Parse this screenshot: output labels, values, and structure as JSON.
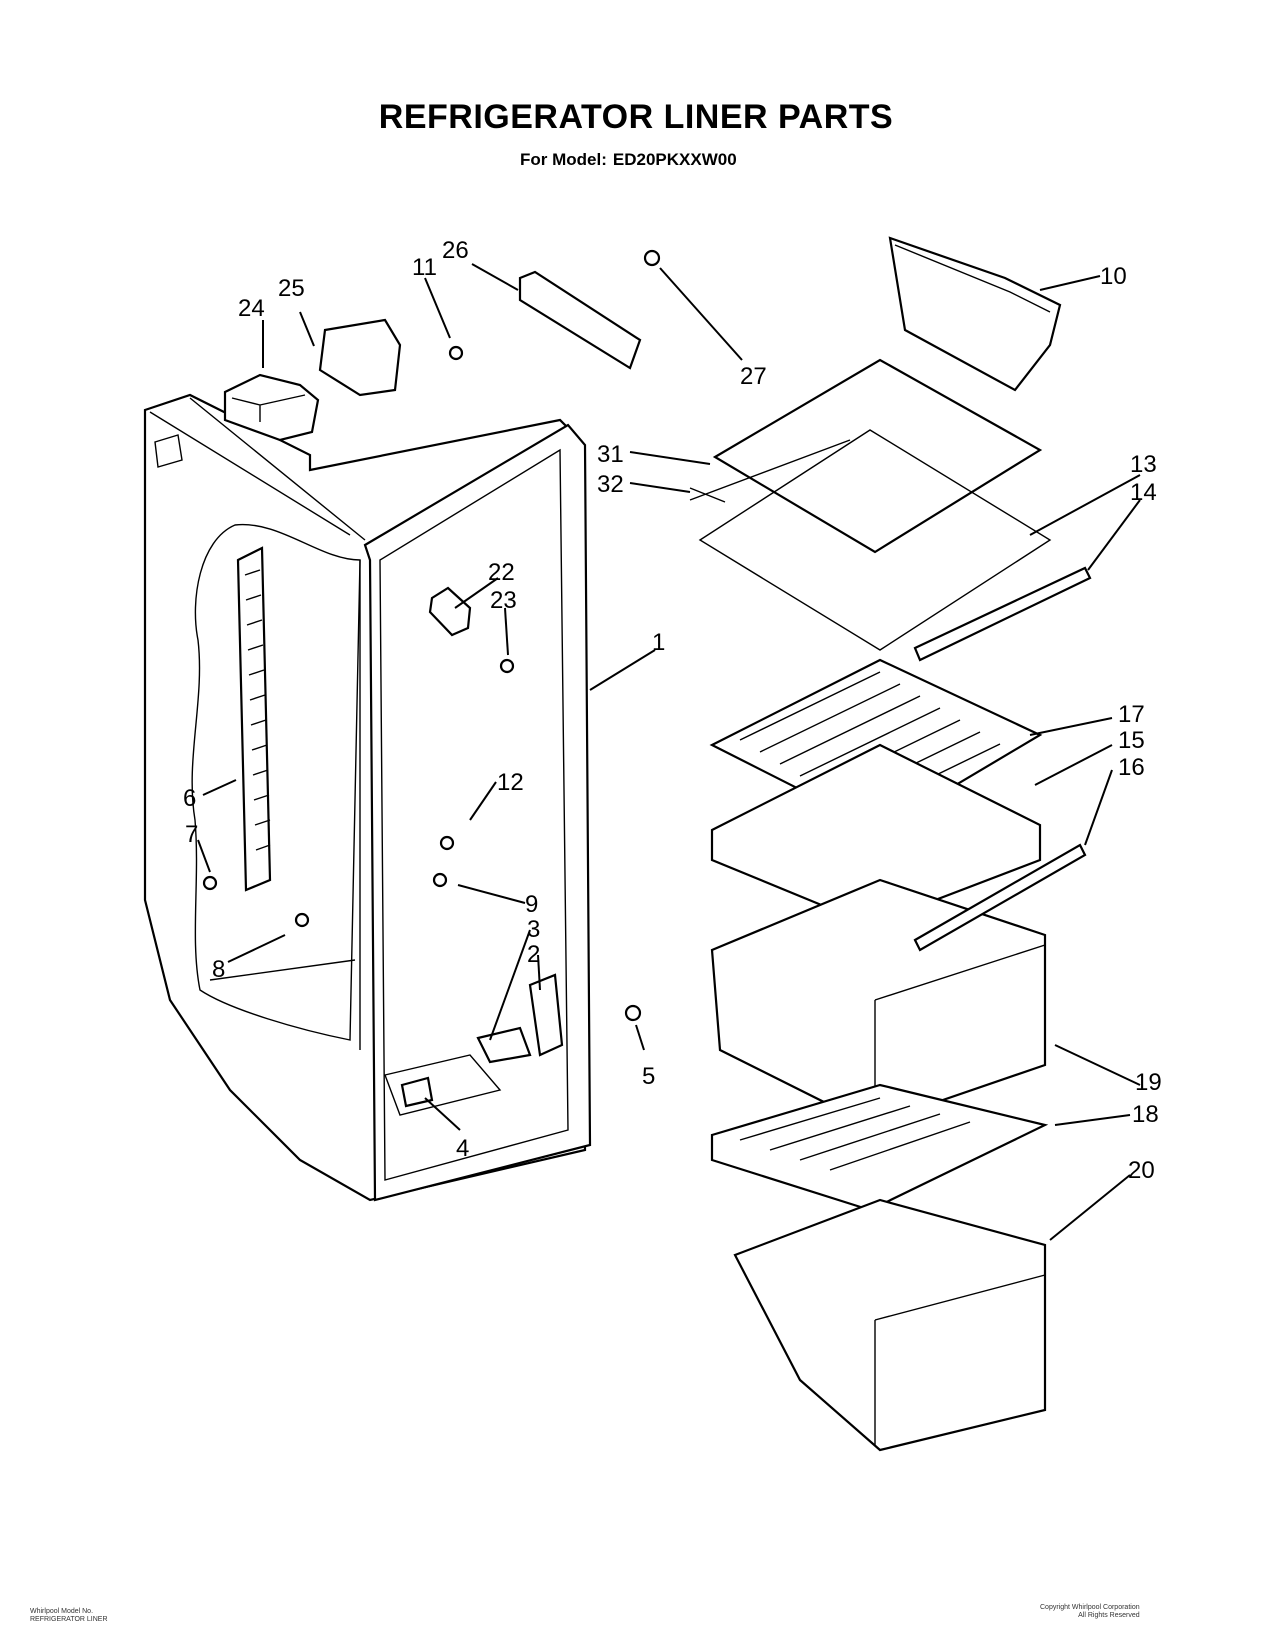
{
  "title": "REFRIGERATOR LINER PARTS",
  "model_label": "For Model:",
  "model_number": "ED20PKXXW00",
  "callouts": [
    "1",
    "2",
    "3",
    "4",
    "5",
    "6",
    "7",
    "8",
    "9",
    "10",
    "11",
    "12",
    "13",
    "14",
    "15",
    "16",
    "17",
    "18",
    "19",
    "20",
    "22",
    "23",
    "24",
    "25",
    "26",
    "27",
    "31",
    "32"
  ],
  "footer_left": [
    "Whirlpool Model No.",
    "REFRIGERATOR LINER"
  ],
  "footer_right": [
    "Copyright Whirlpool Corporation",
    "All Rights Reserved"
  ]
}
